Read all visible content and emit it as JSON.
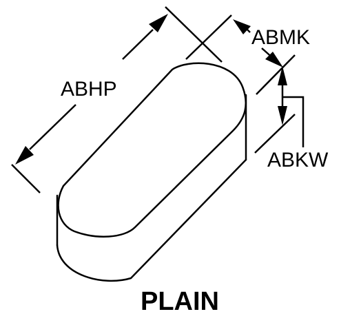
{
  "diagram": {
    "part_style": "PLAIN",
    "dimensions": {
      "length_label": "ABHP",
      "width_label": "ABMK",
      "height_label": "ABKW"
    },
    "colors": {
      "line": "#000000",
      "background": "#ffffff"
    }
  }
}
